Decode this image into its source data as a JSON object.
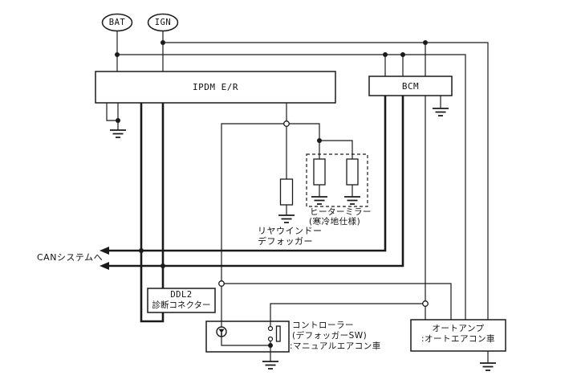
{
  "power": {
    "bat": "BAT",
    "ign": "IGN"
  },
  "modules": {
    "ipdm": {
      "label": "IPDM E/R"
    },
    "bcm": {
      "label": "BCM"
    },
    "ddl2": {
      "line1": "DDL2",
      "line2": "診断コネクター"
    },
    "controller": {
      "line1": "コントローラー",
      "line2": "(デフォッガーSW)",
      "line3": ":マニュアルエアコン車"
    },
    "auto_amp": {
      "line1": "オートアンプ",
      "line2": ":オートエアコン車"
    }
  },
  "components": {
    "rear_defogger": {
      "line1": "リヤウインドー",
      "line2": "デフォッガー"
    },
    "heater_mirror": {
      "line1": "ヒーターミラー",
      "line2": "(寒冷地仕様)"
    }
  },
  "annotations": {
    "can": "CANシステムへ"
  },
  "colors": {
    "line": "#1a1a1a",
    "background": "#ffffff"
  }
}
